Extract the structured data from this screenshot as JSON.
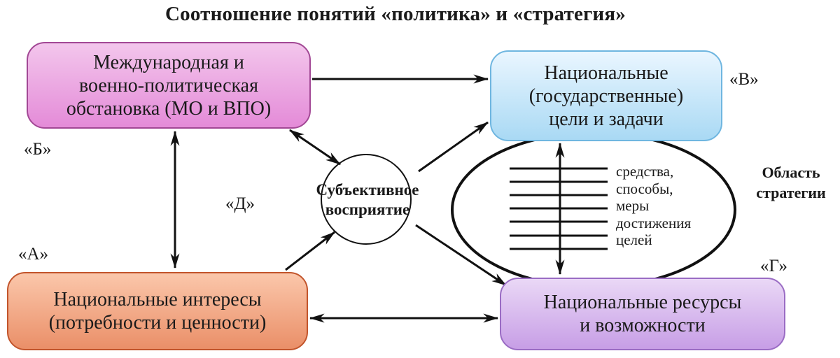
{
  "title": "Соотношение понятий «политика» и «стратегия»",
  "nodes": {
    "mo": "Международная и\nвоенно-политическая\nобстановка (МО и ВПО)",
    "goals": "Национальные\n(государственные)\nцели и задачи",
    "interests": "Национальные интересы\n(потребности и ценности)",
    "resources": "Национальные ресурсы\nи возможности",
    "perception": "Субъективное\nвосприятие"
  },
  "tags": {
    "a": "«А»",
    "b": "«Б»",
    "v": "«В»",
    "g": "«Г»",
    "d": "«Д»"
  },
  "strategy_area": {
    "label": "Область\nстратегии",
    "items": [
      "средства,",
      "способы,",
      "меры",
      "достижения",
      "целей"
    ]
  },
  "colors": {
    "mo": "#e48bd8",
    "goals": "#a9d9f4",
    "interests": "#ea8f68",
    "resources": "#c79ee6"
  }
}
